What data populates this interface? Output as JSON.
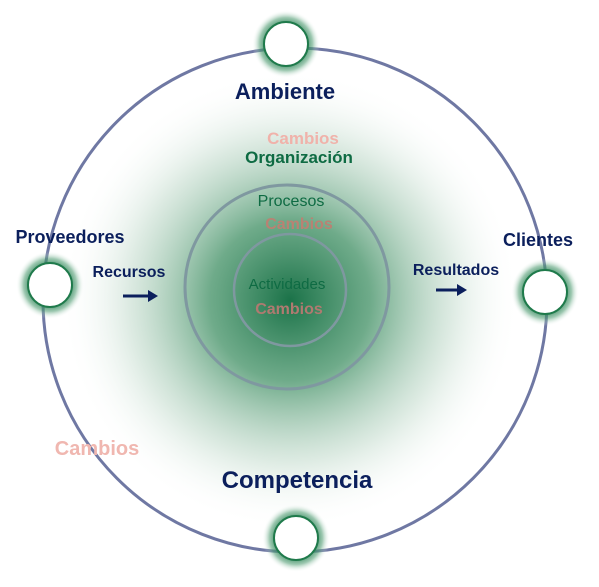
{
  "diagram": {
    "outer_labels": {
      "top": "Ambiente",
      "bottom": "Competencia",
      "left": "Proveedores",
      "right": "Clientes"
    },
    "flows": {
      "input": "Recursos",
      "output": "Resultados"
    },
    "layers": {
      "organization": "Organización",
      "processes": "Procesos",
      "activities": "Actividades"
    },
    "change_label": "Cambios",
    "colors": {
      "ring": "#6f78a3",
      "navy_text": "#0b1f5c",
      "green_text": "#0e6b43",
      "green_glow": "#2f8a5e",
      "change_text": "#e8a9a2",
      "change_text_dark": "#b07a70"
    }
  }
}
